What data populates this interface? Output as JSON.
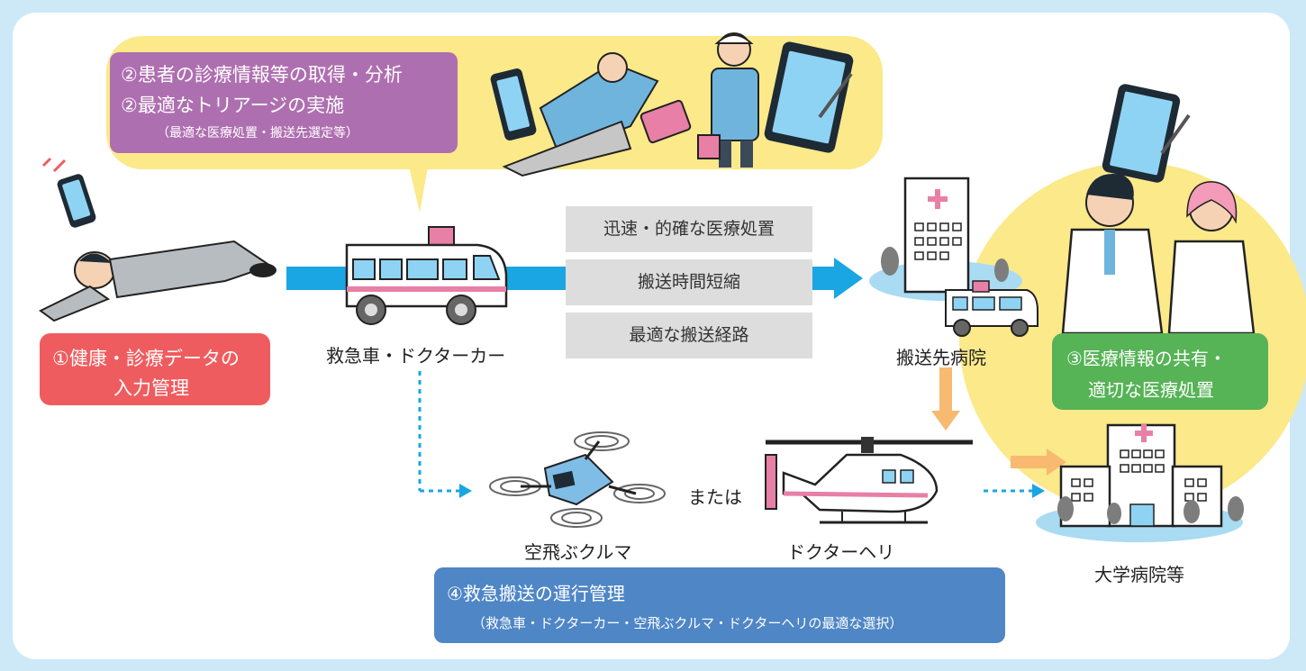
{
  "steps": {
    "patient_data": {
      "line1": "①健康・診療データの",
      "line2": "入力管理"
    },
    "triage": {
      "line1": "②患者の診療情報等の取得・分析",
      "line2": "②最適なトリアージの実施",
      "line3": "（最適な医療処置・搬送先選定等）"
    },
    "hospital_share": {
      "line1": "③医療情報の共有・",
      "line2": "適切な医療処置"
    },
    "transport_mgmt": {
      "line1": "④救急搬送の運行管理",
      "line2": "（救急車・ドクターカー・空飛ぶクルマ・ドクターヘリの最適な選択）"
    }
  },
  "benefits": [
    "迅速・的確な医療処置",
    "搬送時間短縮",
    "最適な搬送経路"
  ],
  "labels": {
    "ambulance": "救急車・ドクターカー",
    "destination_hospital": "搬送先病院",
    "flying_car": "空飛ぶクルマ",
    "or": "または",
    "helicopter": "ドクターヘリ",
    "university_hospital": "大学病院等"
  },
  "colors": {
    "background_frame": "#cde9f7",
    "highlight_yellow": "#fbe98a",
    "flow_arrow": "#1aa6e2",
    "transfer_arrow": "#f8b970",
    "step1": "#ef5c5f",
    "step2": "#ae6fb0",
    "step3": "#56b356",
    "step4": "#4f86c6"
  }
}
